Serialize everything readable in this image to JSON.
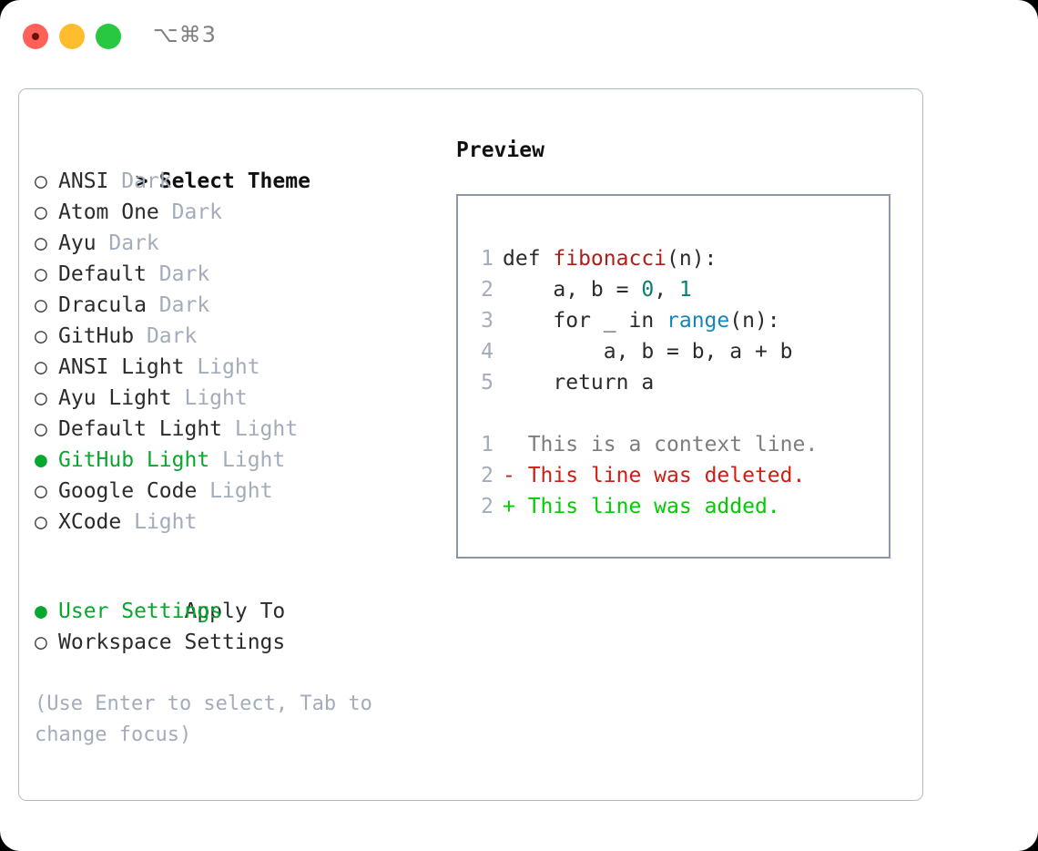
{
  "titlebar": {
    "shortcut": "⌥⌘3",
    "buttons": {
      "close": "close-button",
      "minimize": "minimize-button",
      "maximize": "maximize-button"
    }
  },
  "theme_list": {
    "header_prefix": ">",
    "header_label": "Select Theme",
    "bullet_unselected": "○",
    "bullet_selected": "●",
    "items": [
      {
        "name": "ANSI",
        "tag": "Dark",
        "selected": false
      },
      {
        "name": "Atom One",
        "tag": "Dark",
        "selected": false
      },
      {
        "name": "Ayu",
        "tag": "Dark",
        "selected": false
      },
      {
        "name": "Default",
        "tag": "Dark",
        "selected": false
      },
      {
        "name": "Dracula",
        "tag": "Dark",
        "selected": false
      },
      {
        "name": "GitHub",
        "tag": "Dark",
        "selected": false
      },
      {
        "name": "ANSI Light",
        "tag": "Light",
        "selected": false
      },
      {
        "name": "Ayu Light",
        "tag": "Light",
        "selected": false
      },
      {
        "name": "Default Light",
        "tag": "Light",
        "selected": false
      },
      {
        "name": "GitHub Light",
        "tag": "Light",
        "selected": true
      },
      {
        "name": "Google Code",
        "tag": "Light",
        "selected": false
      },
      {
        "name": "XCode",
        "tag": "Light",
        "selected": false
      }
    ]
  },
  "apply_to": {
    "header_label": "Apply To",
    "items": [
      {
        "name": "User Settings",
        "selected": true
      },
      {
        "name": "Workspace Settings",
        "selected": false
      }
    ]
  },
  "hint": "(Use Enter to select, Tab to change focus)",
  "preview": {
    "title": "Preview",
    "code_lines": [
      {
        "number": "1",
        "tokens": [
          {
            "text": "def ",
            "style": "plain"
          },
          {
            "text": "fibonacci",
            "style": "func"
          },
          {
            "text": "(n):",
            "style": "plain"
          }
        ]
      },
      {
        "number": "2",
        "tokens": [
          {
            "text": "    a, b = ",
            "style": "plain"
          },
          {
            "text": "0",
            "style": "num"
          },
          {
            "text": ", ",
            "style": "plain"
          },
          {
            "text": "1",
            "style": "num"
          }
        ]
      },
      {
        "number": "3",
        "tokens": [
          {
            "text": "    for _ in ",
            "style": "plain"
          },
          {
            "text": "range",
            "style": "call"
          },
          {
            "text": "(n):",
            "style": "plain"
          }
        ]
      },
      {
        "number": "4",
        "tokens": [
          {
            "text": "        a, b = b, a + b",
            "style": "plain"
          }
        ]
      },
      {
        "number": "5",
        "tokens": [
          {
            "text": "    return a",
            "style": "plain"
          }
        ]
      }
    ],
    "diff_lines": [
      {
        "number": "1",
        "marker": " ",
        "text": " This is a context line.",
        "kind": "context"
      },
      {
        "number": "2",
        "marker": "-",
        "text": " This line was deleted.",
        "kind": "deleted"
      },
      {
        "number": "2",
        "marker": "+",
        "text": " This line was added.",
        "kind": "added"
      }
    ]
  },
  "colors": {
    "accent_green": "#06a82e",
    "diff_added": "#00cc00",
    "diff_deleted": "#cc1f12",
    "muted": "#a3acba",
    "border": "#b3bbc7",
    "preview_border": "#8a97a8"
  }
}
